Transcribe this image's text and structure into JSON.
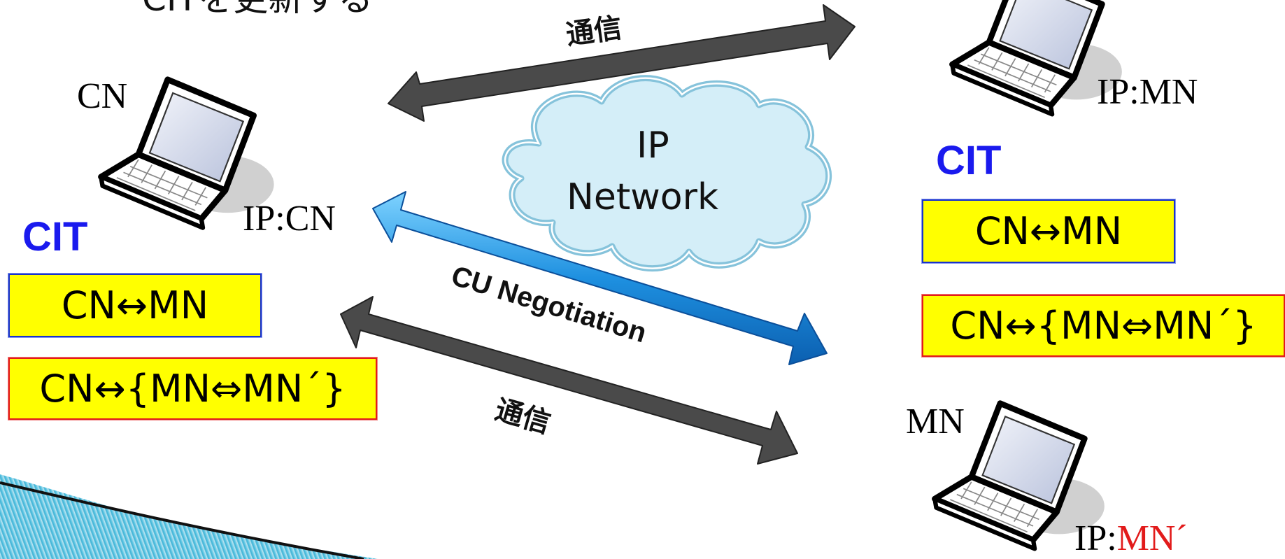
{
  "top_text": "CITを更新する",
  "cloud_label_line1": "IP",
  "cloud_label_line2": "Network",
  "arrows": {
    "top_comm": "通信",
    "negotiation": "CU Negotiation",
    "bottom_comm": "通信"
  },
  "cn_node": {
    "name": "CN",
    "ip_prefix": "IP:",
    "ip_value": "CN",
    "cit_title": "CIT",
    "cit_entries": [
      "CN↔MN",
      "CN↔{MN⇔MN´}"
    ]
  },
  "mn_node_top": {
    "ip_prefix": "IP:",
    "ip_value": "MN",
    "cit_title": "CIT",
    "cit_entries": [
      "CN↔MN",
      "CN↔{MN⇔MN´}"
    ]
  },
  "mn_node_bottom": {
    "name": "MN",
    "ip_prefix": "IP:",
    "ip_value": "MN´"
  },
  "colors": {
    "cit_title": "#1a1aee",
    "cit_fill": "#ffff00",
    "entry_border_blue": "#1a33cc",
    "entry_border_red": "#e21b1b",
    "comm_arrow": "#4a4a4a",
    "negotiation_arrow": "#1e90e0",
    "cloud_fill": "#d4eef8",
    "cloud_stroke": "#86c3db",
    "new_ip": "#e21b1b"
  }
}
